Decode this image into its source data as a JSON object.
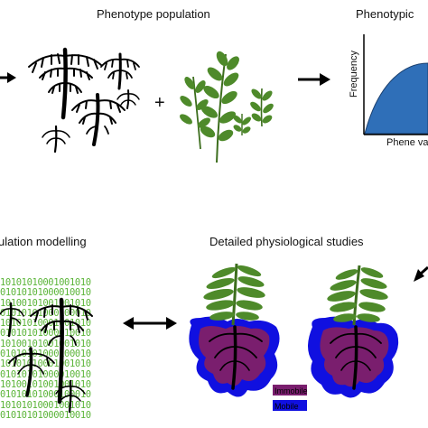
{
  "labels": {
    "phenotype_population": "Phenotype population",
    "phenotypic": "Phenotypic",
    "population_modelling": "ulation modelling",
    "detailed_studies": "Detailed physiological studies",
    "plus": "+"
  },
  "chart_data": {
    "type": "area",
    "ylabel": "Frequency",
    "xlabel": "Phene va",
    "shape": "unimodal"
  },
  "legend": {
    "item1": "Immobile",
    "item2": "Mobile"
  },
  "binary_lines": [
    "10101010001001010",
    "01010101000010010",
    "10100101001001010",
    "01010101000100010",
    "10101010001001010",
    "01010101000010010",
    "10100101001001010",
    "01010101000100010",
    "10101010001001010",
    "01010101000010010",
    "10100101001001010",
    "01010101000100010",
    "10101010001001010",
    "01010101000010010"
  ],
  "colors": {
    "leaf_green": "#4e8a2a",
    "leaf_dark": "#2f5a16",
    "binary_green": "#5cb53a",
    "chart_fill": "#2f6fb8",
    "zone_blue": "#1010e0",
    "zone_purple": "#7a1e6e",
    "root_black": "#000000"
  }
}
